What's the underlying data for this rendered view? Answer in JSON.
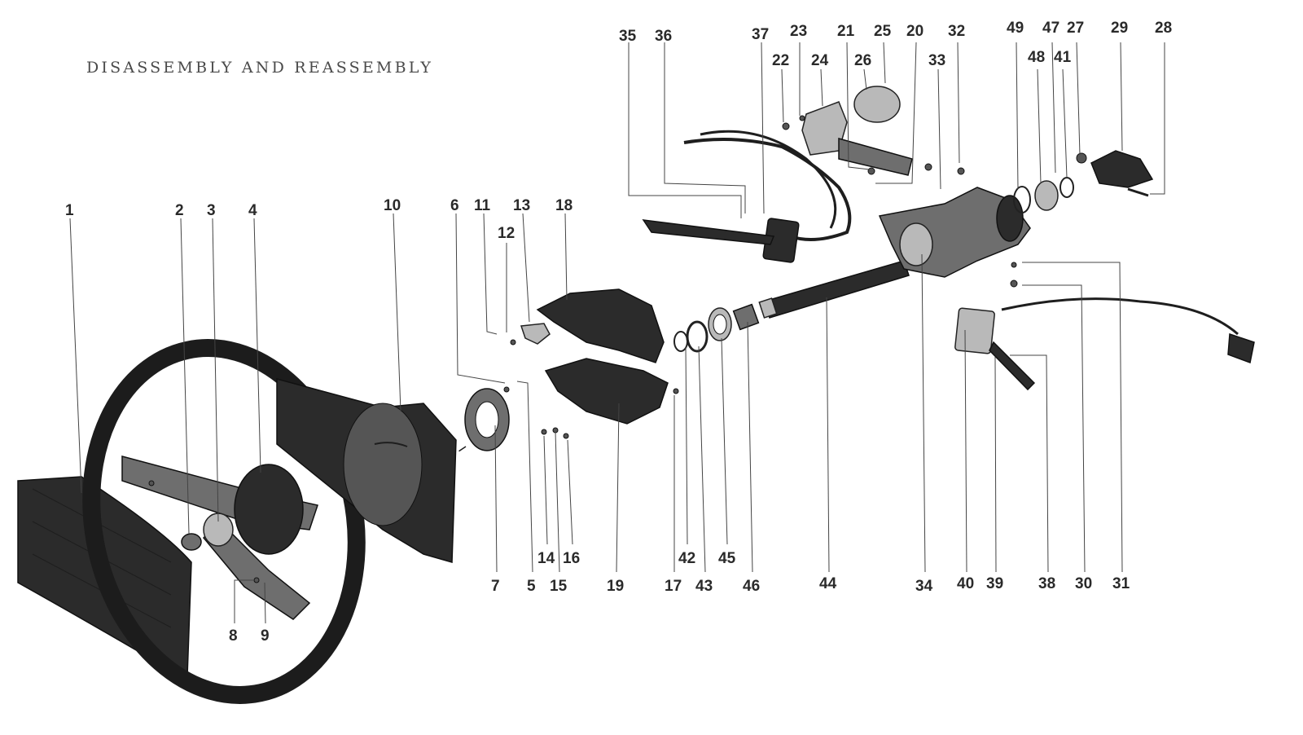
{
  "title": "DISASSEMBLY AND REASSEMBLY",
  "callouts": [
    {
      "id": "1",
      "text": "1"
    },
    {
      "id": "2",
      "text": "2"
    },
    {
      "id": "3",
      "text": "3"
    },
    {
      "id": "4",
      "text": "4"
    },
    {
      "id": "5",
      "text": "5"
    },
    {
      "id": "6",
      "text": "6"
    },
    {
      "id": "7",
      "text": "7"
    },
    {
      "id": "8",
      "text": "8"
    },
    {
      "id": "9",
      "text": "9"
    },
    {
      "id": "10",
      "text": "10"
    },
    {
      "id": "11",
      "text": "11"
    },
    {
      "id": "12",
      "text": "12"
    },
    {
      "id": "13",
      "text": "13"
    },
    {
      "id": "14",
      "text": "14"
    },
    {
      "id": "15",
      "text": "15"
    },
    {
      "id": "16",
      "text": "16"
    },
    {
      "id": "17",
      "text": "17"
    },
    {
      "id": "18",
      "text": "18"
    },
    {
      "id": "19",
      "text": "19"
    },
    {
      "id": "20",
      "text": "20"
    },
    {
      "id": "21",
      "text": "21"
    },
    {
      "id": "22",
      "text": "22"
    },
    {
      "id": "23",
      "text": "23"
    },
    {
      "id": "24",
      "text": "24"
    },
    {
      "id": "25",
      "text": "25"
    },
    {
      "id": "26",
      "text": "26"
    },
    {
      "id": "27",
      "text": "27"
    },
    {
      "id": "28",
      "text": "28"
    },
    {
      "id": "29",
      "text": "29"
    },
    {
      "id": "30",
      "text": "30"
    },
    {
      "id": "31",
      "text": "31"
    },
    {
      "id": "32",
      "text": "32"
    },
    {
      "id": "33",
      "text": "33"
    },
    {
      "id": "34",
      "text": "34"
    },
    {
      "id": "35",
      "text": "35"
    },
    {
      "id": "36",
      "text": "36"
    },
    {
      "id": "37",
      "text": "37"
    },
    {
      "id": "38",
      "text": "38"
    },
    {
      "id": "39",
      "text": "39"
    },
    {
      "id": "40",
      "text": "40"
    },
    {
      "id": "41",
      "text": "41"
    },
    {
      "id": "42",
      "text": "42"
    },
    {
      "id": "43",
      "text": "43"
    },
    {
      "id": "44",
      "text": "44"
    },
    {
      "id": "45",
      "text": "45"
    },
    {
      "id": "46",
      "text": "46"
    },
    {
      "id": "47",
      "text": "47"
    },
    {
      "id": "48",
      "text": "48"
    },
    {
      "id": "49",
      "text": "49"
    }
  ]
}
